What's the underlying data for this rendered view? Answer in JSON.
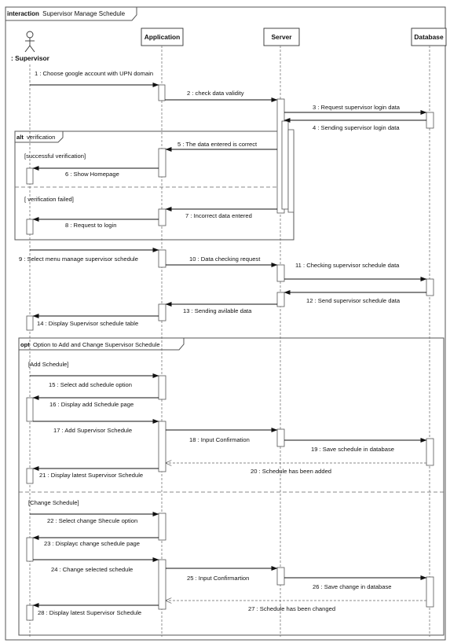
{
  "frame": {
    "keyword": "interaction",
    "name": "Supervisor Manage Schedule"
  },
  "lifelines": {
    "actor": ": Supervisor",
    "application": "Application",
    "server": "Server",
    "database": "Database"
  },
  "fragments": {
    "alt": {
      "keyword": "alt",
      "name": "verification",
      "guard1": "[successful verification]",
      "guard2": "[ verification failed]"
    },
    "opt": {
      "keyword": "opt",
      "name": "Option to Add and Change  Supervisor Schedule",
      "guard1": "[Add Schedule]",
      "guard2": "[Change Schedule]"
    }
  },
  "messages": [
    {
      "id": "m1",
      "text": "1 : Choose google account with UPN domain"
    },
    {
      "id": "m2",
      "text": "2 : check data validity"
    },
    {
      "id": "m3",
      "text": "3 : Request supervisor login data"
    },
    {
      "id": "m4",
      "text": "4 : Sending supervisor login data"
    },
    {
      "id": "m5",
      "text": "5 : The data entered is correct"
    },
    {
      "id": "m6",
      "text": "6 : Show Homepage"
    },
    {
      "id": "m7",
      "text": "7 : Incorrect data entered"
    },
    {
      "id": "m8",
      "text": "8 : Request to login"
    },
    {
      "id": "m9",
      "text": "9 : Select menu manage supervisor schedule"
    },
    {
      "id": "m10",
      "text": "10 : Data checking request"
    },
    {
      "id": "m11",
      "text": "11 : Checking supervisor schedule data"
    },
    {
      "id": "m12",
      "text": "12 : Send supervisor schedule data"
    },
    {
      "id": "m13",
      "text": "13 : Sending avilable data"
    },
    {
      "id": "m14",
      "text": "14 : Display Supervisor schedule table"
    },
    {
      "id": "m15",
      "text": "15 : Select add schedule option"
    },
    {
      "id": "m16",
      "text": "16 : Display add Schedule page"
    },
    {
      "id": "m17",
      "text": "17 : Add Supervisor Schedule"
    },
    {
      "id": "m18",
      "text": "18 : Input Confirmation"
    },
    {
      "id": "m19",
      "text": "19 : Save schedule in database"
    },
    {
      "id": "m20",
      "text": "20 : Schedule has been added"
    },
    {
      "id": "m21",
      "text": "21 : Display latest Supervisor Schedule"
    },
    {
      "id": "m22",
      "text": "22 : Select change Shecule option"
    },
    {
      "id": "m23",
      "text": "23 : Displayc change schedule page"
    },
    {
      "id": "m24",
      "text": "24 : Change selected schedule"
    },
    {
      "id": "m25",
      "text": "25 : Input Confirmartion"
    },
    {
      "id": "m26",
      "text": "26 : Save change in database"
    },
    {
      "id": "m27",
      "text": "27 : Schedule has been changed"
    },
    {
      "id": "m28",
      "text": "28 : Display latest Supervisor Schedule"
    }
  ]
}
